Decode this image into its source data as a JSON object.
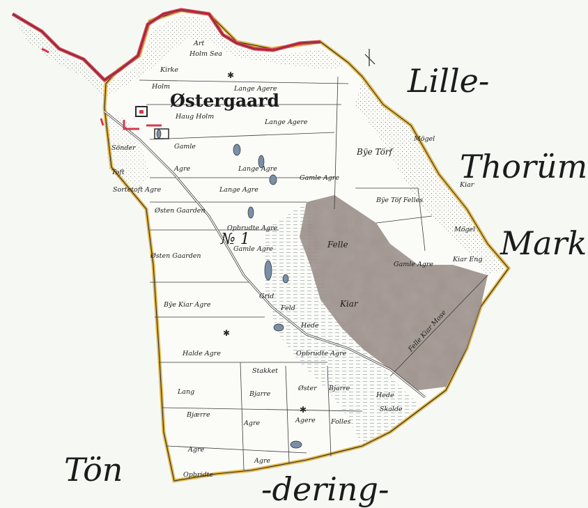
{
  "map": {
    "title": "Østergaard",
    "number": "№ 1",
    "neighbours": {
      "lille": "Lille-",
      "thorum": "Thorüm-",
      "mark": "Mark.",
      "ton": "Tön",
      "dering": "-dering-"
    },
    "colors": {
      "paper": "#f6f8f4",
      "field": "#fbfcf8",
      "meadow": "#eef1ea",
      "heath": "#8e817b",
      "border_red": "#d6394d",
      "border_yellow": "#e3b94e",
      "ink": "#2a2a2a",
      "pond": "#7a8fa8"
    },
    "field_labels": {
      "art": "Art",
      "holm_sea": "Holm Sea",
      "kirke": "Kirke",
      "holm": "Holm",
      "lange_agere_1": "Lange Agere",
      "haug_holm": "Haug Holm",
      "lange_agere_2": "Lange Agere",
      "sonder": "Sönder",
      "gamle": "Gamle",
      "bye_torf": "Bÿe Törf",
      "mogel": "Mögel",
      "toft": "Toft",
      "agre": "Agre",
      "lange_agre_small": "Lange Agre",
      "gamle_agre": "Gamle Agre",
      "sortetoft_agre": "Sortetoft Agre",
      "lange_agre": "Lange Agre",
      "bye_tof_felles": "Bÿe Töf Felles",
      "kiar": "Kiar",
      "osten_gaarden_1": "Østen Gaarden",
      "opbridte_agre": "Opbrudte Agre",
      "mogel_2": "Mögel",
      "felle": "Felle",
      "osten_gaarden_2": "Østen Gaarden",
      "gamle_agre_2": "Gamle Agre",
      "gamle_agre_3": "Gamle Agre",
      "kiar_eng": "Kiar Eng",
      "bye_kiar_agre": "Bÿe Kiar Agre",
      "grid": "Grid",
      "feld": "Feld",
      "kiar_heath": "Kiar",
      "felle_kiar_mose": "Felle Kiar Mose",
      "hede": "Hede",
      "halde_agre": "Halde Agre",
      "opbridte_agre_2": "Opbrudte Agre",
      "stakket": "Stakket",
      "lang": "Lang",
      "bjarre_1": "Bjarre",
      "oster": "Øster",
      "bjarre_2": "Bjarre",
      "hede_2": "Hede",
      "skalde": "Skalde",
      "bjaerre": "Bjærre",
      "agre_2": "Agre",
      "agere": "Agere",
      "folles": "Folles",
      "agre_3": "Agre",
      "opbridte": "Opbridte",
      "agre_4": "Agre"
    }
  }
}
